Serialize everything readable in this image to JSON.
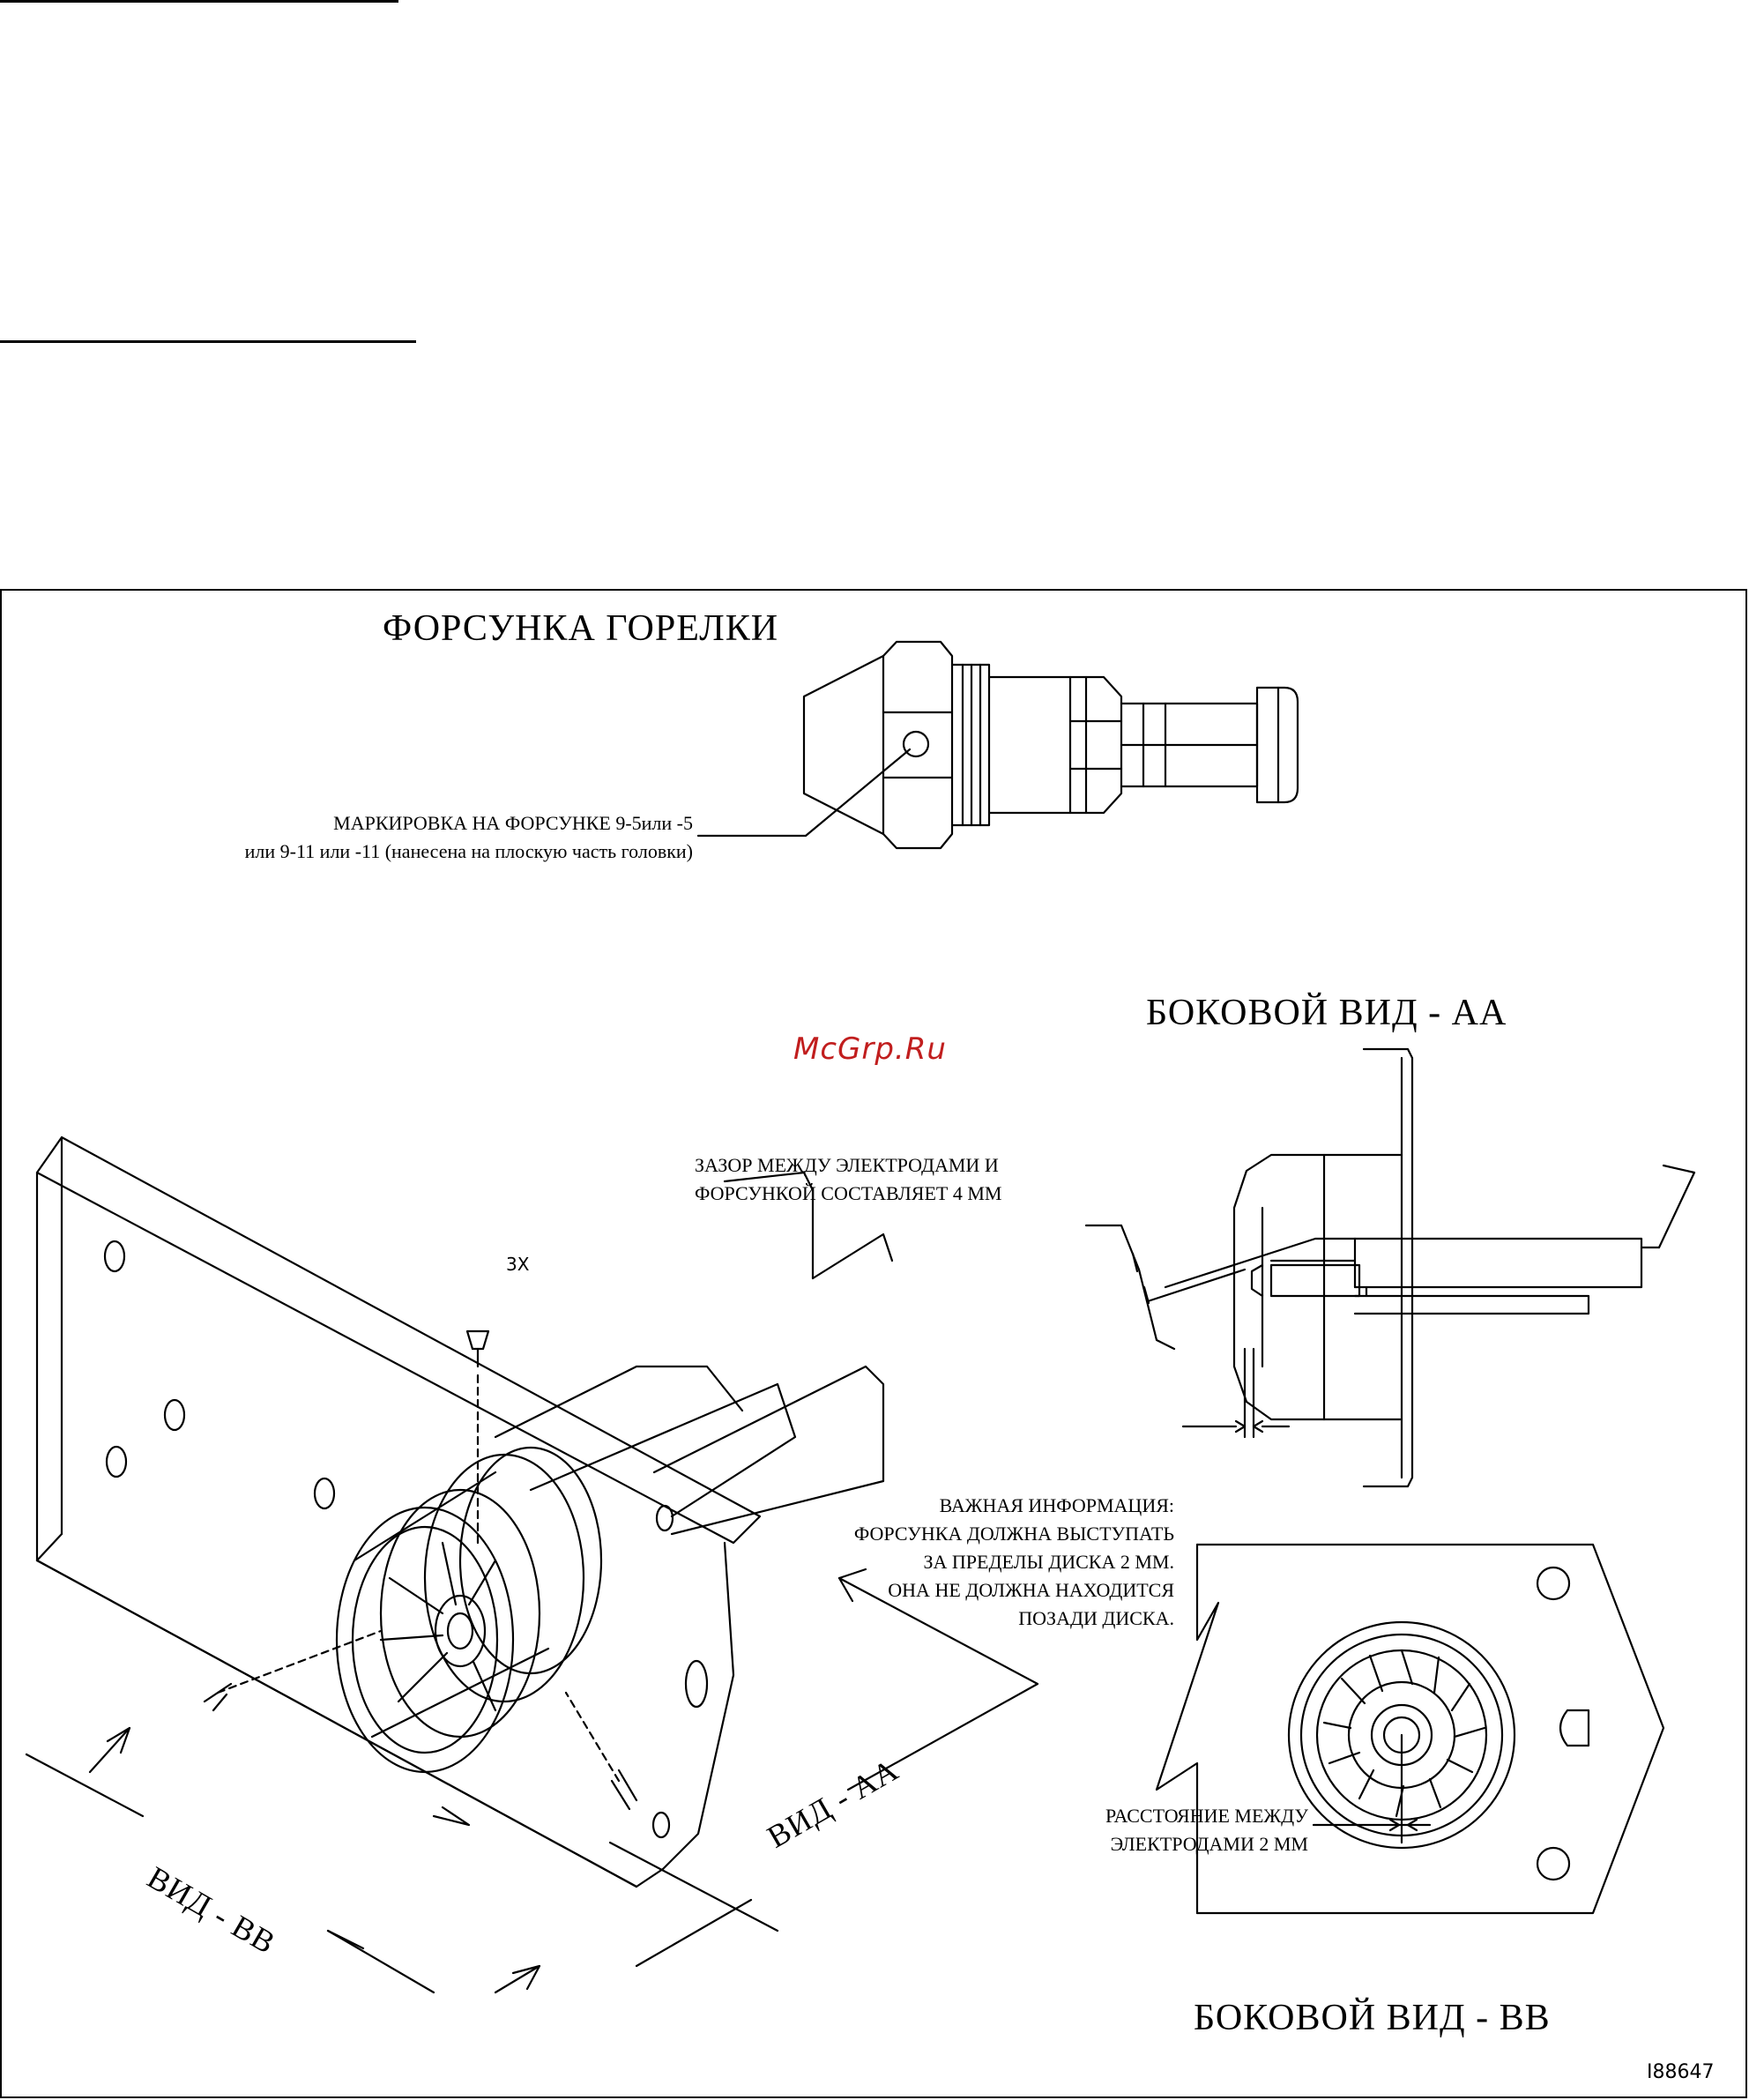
{
  "watermark": "McGrp.Ru",
  "figure": {
    "nozzle_title": "ФОРСУНКА ГОРЕЛКИ",
    "nozzle_marking_line1": "МАРКИРОВКА НА ФОРСУНКЕ 9-5или -5",
    "nozzle_marking_line2": "или 9-11 или -11 (нанесена на плоскую часть головки)",
    "side_view_aa_title": "БОКОВОЙ ВИД  - АА",
    "gap_note_line1": "ЗАЗОР МЕЖДУ ЭЛЕКТРОДАМИ И",
    "gap_note_line2": "ФОРСУНКОЙ СОСТАВЛЯЕТ 4 ММ",
    "screw_count": "3X",
    "important_line1": "ВАЖНАЯ ИНФОРМАЦИЯ:",
    "important_line2": "ФОРСУНКА ДОЛЖНА ВЫСТУПАТЬ",
    "important_line3": "ЗА ПРЕДЕЛЫ ДИСКА 2 ММ.",
    "important_line4": "ОНА НЕ ДОЛЖНА НАХОДИТСЯ",
    "important_line5": "ПОЗАДИ ДИСКА.",
    "view_bb_label": "ВИД - ВВ",
    "view_aa_label": "ВИД - АА",
    "electrode_distance_line1": "РАССТОЯНИЕ МЕЖДУ",
    "electrode_distance_line2": "ЭЛЕКТРОДАМИ 2 ММ",
    "side_view_bb_title": "БОКОВОЙ ВИД - ВВ",
    "figure_id": "I88647"
  }
}
